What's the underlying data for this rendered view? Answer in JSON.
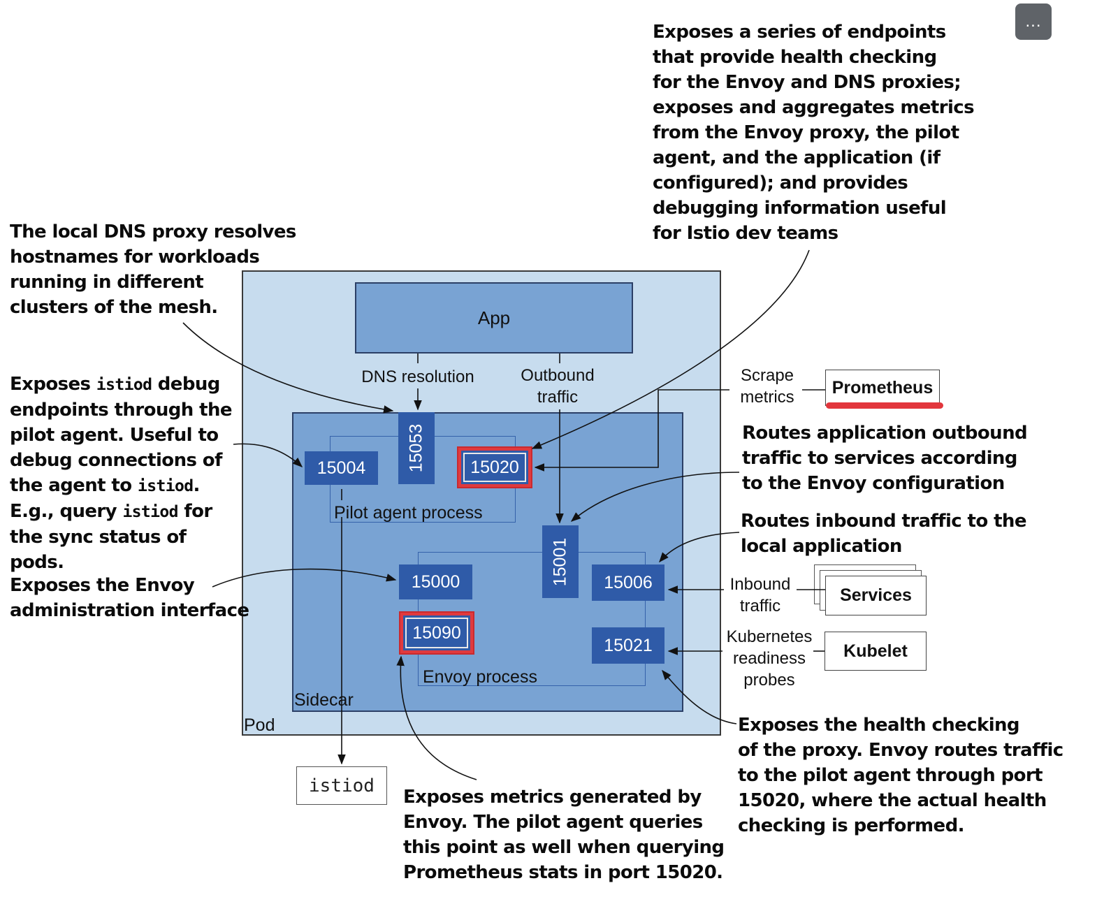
{
  "toolbar": {
    "more_label": "...",
    "more_icon": "more-horizontal-icon"
  },
  "annotations": {
    "dns_proxy": "The local DNS proxy resolves\nhostnames for workloads\nrunning in different\nclusters of the mesh.",
    "istiod_debug": {
      "l1a": "Exposes ",
      "l1b": "istiod",
      "l1c": " debug",
      "l2": "endpoints through the",
      "l3": "pilot agent. Useful to",
      "l4": "debug connections of",
      "l5a": "the agent to ",
      "l5b": "istiod",
      "l5c": ".",
      "l6a": "E.g., query ",
      "l6b": "istiod",
      "l6c": " for",
      "l7": "the sync status of pods."
    },
    "envoy_admin": "Exposes the Envoy\nadministration interface",
    "health_metrics": "Exposes a series of endpoints\nthat provide health checking\nfor the Envoy and DNS proxies;\nexposes and aggregates metrics\nfrom the Envoy proxy, the pilot\nagent, and the application (if\nconfigured); and provides\ndebugging information useful\nfor Istio dev teams",
    "outbound_routes": "Routes application outbound\ntraffic to services according\nto the Envoy configuration",
    "inbound_routes": "Routes inbound traffic to the\nlocal application",
    "health_check": "Exposes the health checking\nof the proxy. Envoy routes traffic\nto the pilot agent through port\n15020, where the actual health\nchecking is performed.",
    "envoy_metrics": "Exposes metrics generated by\nEnvoy. The pilot agent queries\nthis point as well when querying\nPrometheus stats in port 15020."
  },
  "diagram": {
    "pod_label": "Pod",
    "sidecar_label": "Sidecar",
    "pilot_label": "Pilot agent process",
    "envoy_label": "Envoy process",
    "app_label": "App",
    "dns_resolution": "DNS resolution",
    "outbound_traffic": "Outbound\ntraffic",
    "scrape_metrics": "Scrape\nmetrics",
    "inbound_traffic": "Inbound\ntraffic",
    "k8s_probes": "Kubernetes\nreadiness\nprobes",
    "ports": {
      "p15004": "15004",
      "p15053": "15053",
      "p15020": "15020",
      "p15001": "15001",
      "p15000": "15000",
      "p15006": "15006",
      "p15090": "15090",
      "p15021": "15021"
    },
    "external": {
      "prometheus": "Prometheus",
      "services": "Services",
      "kubelet": "Kubelet",
      "istiod": "istiod"
    },
    "colors": {
      "pod_fill": "#c7dcee",
      "sidecar_fill": "#79a3d3",
      "port_fill": "#2f5ba8",
      "highlight": "#e03a3e"
    }
  }
}
